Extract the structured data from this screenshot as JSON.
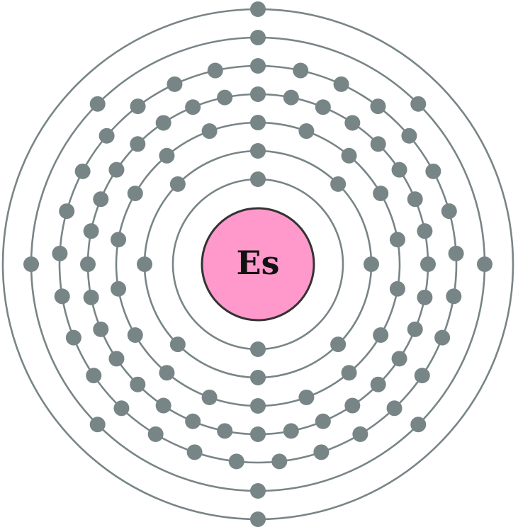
{
  "element": {
    "symbol": "Es"
  },
  "shells": [
    {
      "electrons": 2
    },
    {
      "electrons": 8
    },
    {
      "electrons": 18
    },
    {
      "electrons": 32
    },
    {
      "electrons": 29
    },
    {
      "electrons": 8
    },
    {
      "electrons": 2
    }
  ],
  "colors": {
    "nucleus_fill": "#ff99cc",
    "nucleus_stroke": "#333333",
    "shell_stroke": "#788587",
    "electron_fill": "#788587",
    "symbol_text": "#111111"
  }
}
